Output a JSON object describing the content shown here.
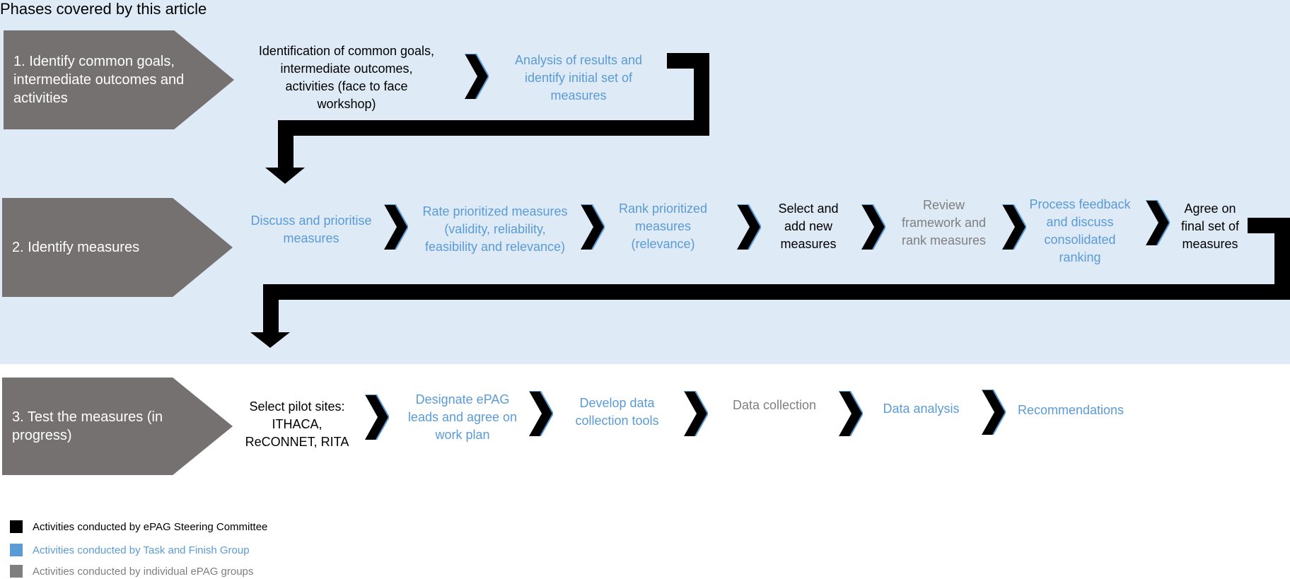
{
  "title": "Phases covered by this article",
  "colors": {
    "band": "#deeaf6",
    "phase_box": "#767171",
    "steering": "#000000",
    "task_finish": "#5b9bd5",
    "individual": "#7f7f7f"
  },
  "phases": [
    {
      "label": "1. Identify common goals, intermediate outcomes and activities",
      "steps": [
        {
          "text": "Identification of common goals, intermediate outcomes, activities (face to face workshop)",
          "group": "steering"
        },
        {
          "text": "Analysis of results and identify initial set of measures",
          "group": "task_finish"
        }
      ]
    },
    {
      "label": "2. Identify measures",
      "steps": [
        {
          "text": "Discuss and prioritise measures",
          "group": "task_finish"
        },
        {
          "text": "Rate prioritized measures (validity, reliability, feasibility and relevance)",
          "group": "task_finish"
        },
        {
          "text": "Rank prioritized measures (relevance)",
          "group": "task_finish"
        },
        {
          "text": "Select and add new measures",
          "group": "steering"
        },
        {
          "text": "Review framework and rank measures",
          "group": "individual"
        },
        {
          "text": "Process feedback and discuss consolidated ranking",
          "group": "task_finish"
        },
        {
          "text": "Agree on final set of measures",
          "group": "steering"
        }
      ]
    },
    {
      "label": "3. Test the measures (in progress)",
      "steps": [
        {
          "text": "Select pilot sites: ITHACA, ReCONNET, RITA",
          "group": "steering"
        },
        {
          "text": "Designate ePAG leads and agree on work plan",
          "group": "task_finish"
        },
        {
          "text": "Develop data collection tools",
          "group": "task_finish"
        },
        {
          "text": "Data collection",
          "group": "individual"
        },
        {
          "text": "Data analysis",
          "group": "task_finish"
        },
        {
          "text": "Recommendations",
          "group": "task_finish"
        }
      ]
    }
  ],
  "legend": [
    {
      "label": "Activities conducted by ePAG Steering Committee",
      "group": "steering"
    },
    {
      "label": "Activities conducted by Task and Finish Group",
      "group": "task_finish"
    },
    {
      "label": "Activities conducted by individual ePAG groups",
      "group": "individual"
    }
  ]
}
